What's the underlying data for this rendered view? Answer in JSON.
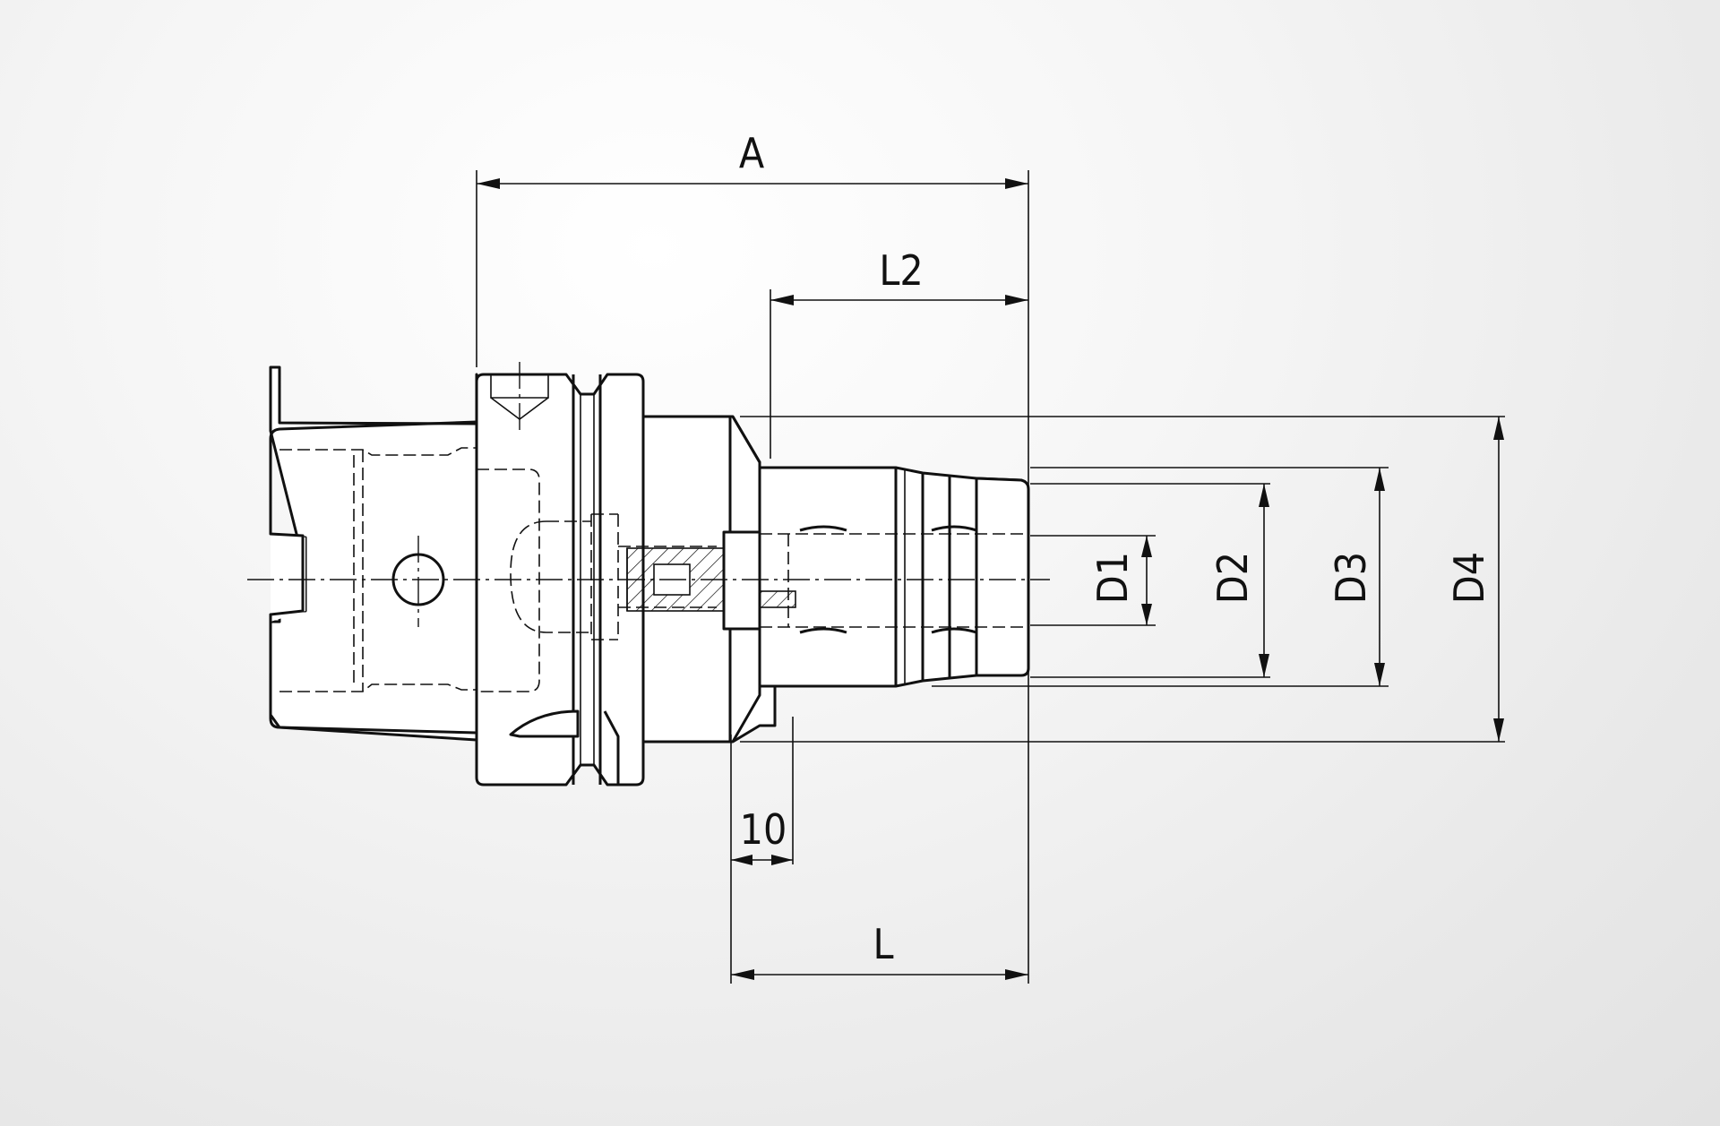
{
  "diagram": {
    "labels": {
      "A": "A",
      "L2": "L2",
      "L": "L",
      "ten": "10",
      "D1": "D1",
      "D2": "D2",
      "D3": "D3",
      "D4": "D4"
    }
  }
}
